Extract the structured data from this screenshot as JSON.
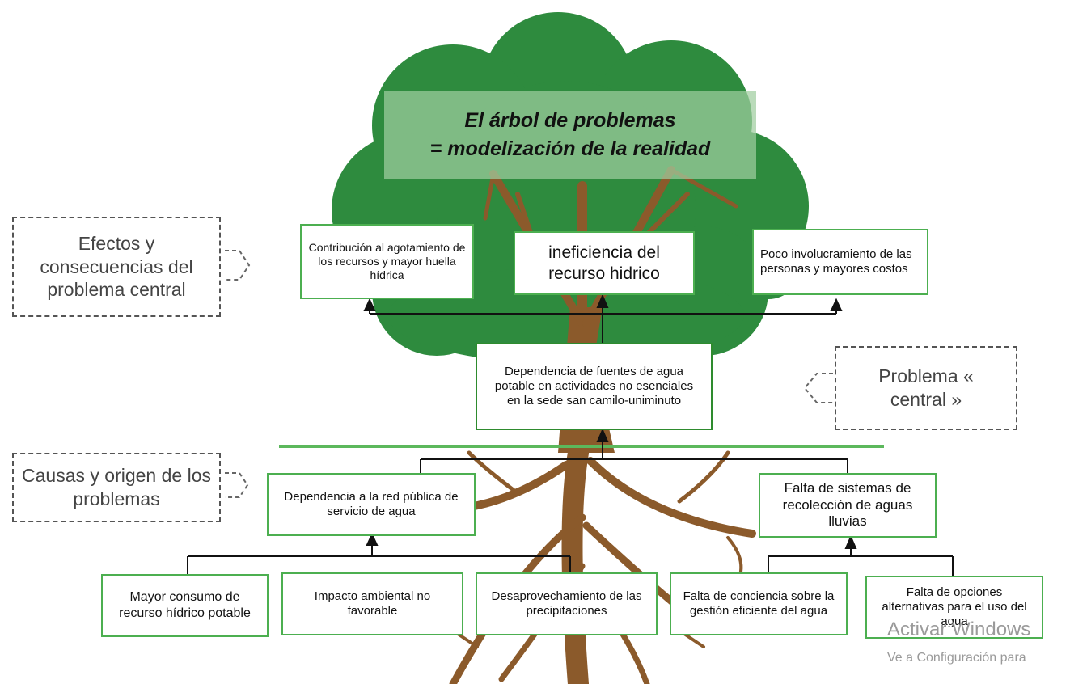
{
  "title": {
    "line1": "El árbol de problemas",
    "line2": "= modelización de la realidad"
  },
  "side_labels": {
    "effects": "Efectos y consecuencias del problema central",
    "central": "Problema « central »",
    "causes": "Causas y origen de los problemas"
  },
  "effects": [
    "Contribución al agotamiento de los recursos y mayor huella hídrica",
    "ineficiencia del recurso hidrico",
    "Poco involucramiento de las personas y mayores costos"
  ],
  "central_problem": "Dependencia de fuentes de agua potable en actividades no esenciales en la sede san camilo-uniminuto",
  "causes": [
    "Dependencia a la red pública de servicio de agua",
    "Falta de sistemas de recolección de aguas lluvias"
  ],
  "sub_causes": [
    "Mayor consumo de recurso hídrico potable",
    "Impacto ambiental no favorable",
    "Desaprovechamiento de las precipitaciones",
    "Falta de conciencia sobre la gestión eficiente del agua",
    "Falta de opciones alternativas para el uso del agua"
  ],
  "watermark": {
    "line1": "Activar Windows",
    "line2": "Ve a Configuración para"
  },
  "colors": {
    "foliage": "#2e8b3e",
    "trunk": "#8b5a2b",
    "box_border": "#4caf50",
    "ground_line": "#5cb85c"
  }
}
